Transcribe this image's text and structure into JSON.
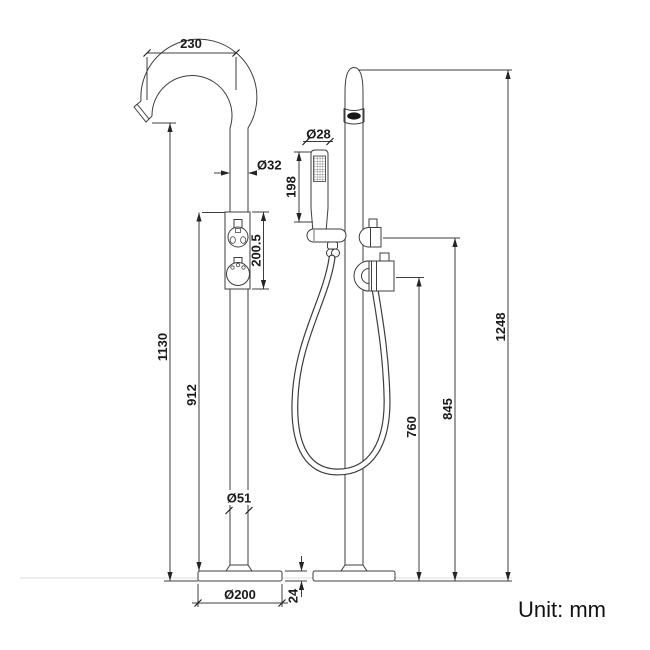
{
  "drawing": {
    "unit_label": "Unit: mm",
    "views": {
      "front": {
        "dims": {
          "spout_reach": "230",
          "spout_tube_diameter": "Ø32",
          "valve_body_height": "200.5",
          "overall_height": "1130",
          "column_height": "912",
          "column_diameter": "Ø51",
          "base_diameter": "Ø200",
          "base_thickness": "24"
        }
      },
      "side": {
        "dims": {
          "handshower_diameter": "Ø28",
          "handshower_length": "198",
          "overall_height": "1248",
          "diverter_height": "845",
          "outlet_height": "760"
        }
      }
    }
  }
}
